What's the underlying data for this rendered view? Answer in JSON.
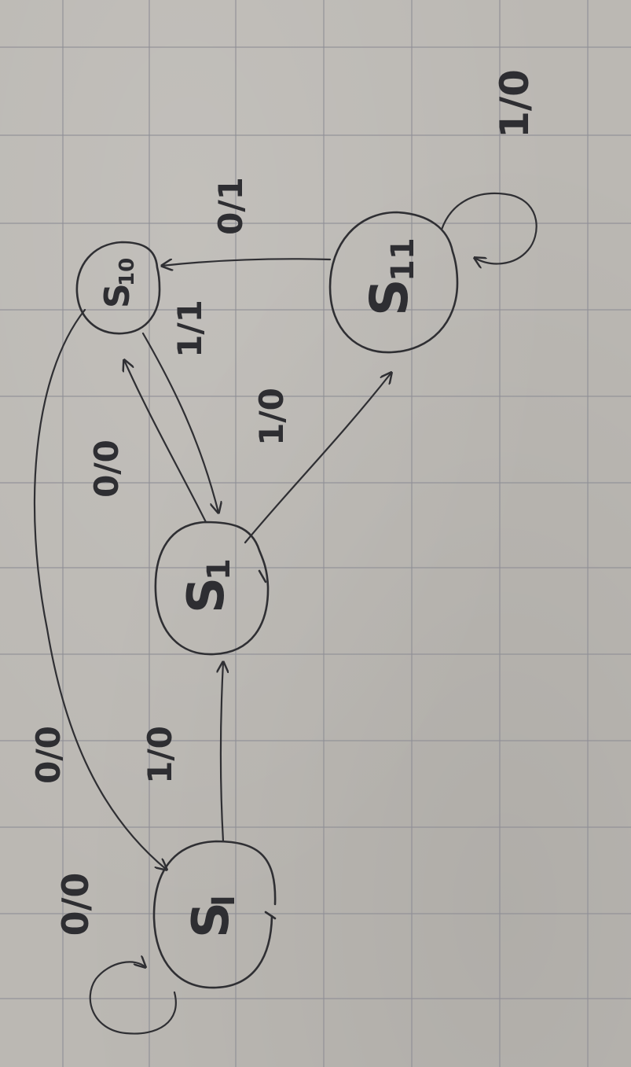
{
  "diagram": {
    "states": [
      {
        "id": "SI",
        "name": "S",
        "subscript": "I"
      },
      {
        "id": "S1",
        "name": "S",
        "subscript": "1"
      },
      {
        "id": "S10",
        "name": "S",
        "subscript": "10"
      },
      {
        "id": "S11",
        "name": "S",
        "subscript": "11"
      }
    ],
    "transitions": [
      {
        "from": "SI",
        "to": "SI",
        "label": "0/0"
      },
      {
        "from": "SI",
        "to": "S1",
        "label": "1/0"
      },
      {
        "from": "S10",
        "to": "SI",
        "label": "0/0"
      },
      {
        "from": "S1",
        "to": "S10",
        "label": "0/0"
      },
      {
        "from": "S10",
        "to": "S1",
        "label": "1/1"
      },
      {
        "from": "S1",
        "to": "S11",
        "label": "1/0"
      },
      {
        "from": "S11",
        "to": "S10",
        "label": "0/1"
      },
      {
        "from": "S11",
        "to": "S11",
        "label": "1/0"
      }
    ]
  }
}
